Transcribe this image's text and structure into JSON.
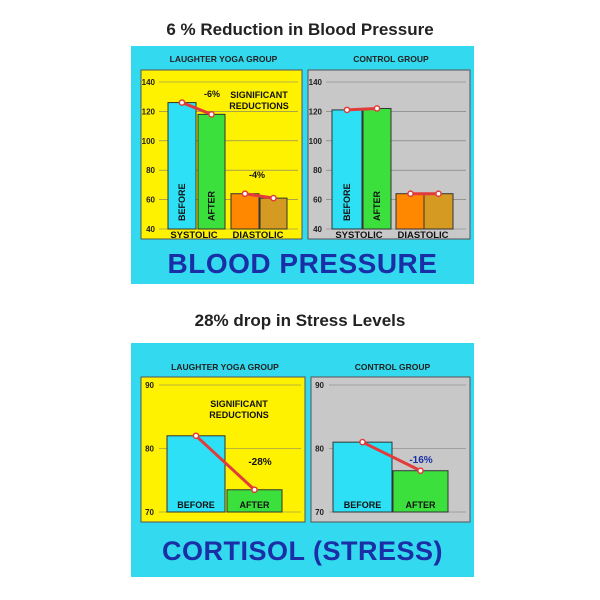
{
  "titles": {
    "top": "6 % Reduction in Blood Pressure",
    "bottom": "28% drop in Stress Levels"
  },
  "colors": {
    "panel_bg": "#33d9ee",
    "yoga_bg": "#fff200",
    "control_bg": "#c8c8c8",
    "cyan_bar": "#2ee0f5",
    "green_bar": "#3ce03c",
    "orange_bar": "#ff8800",
    "tan_bar": "#d49a22",
    "line": "#e23b3b",
    "title_blue": "#1a2ea6"
  },
  "chart_data": [
    {
      "type": "bar",
      "title": "",
      "footer": "BLOOD PRESSURE",
      "ylim": [
        40,
        140
      ],
      "yticks": [
        "140",
        "120",
        "100",
        "80",
        "60",
        "40"
      ],
      "groups": [
        {
          "name": "LAUGHTER YOGA GROUP",
          "categories": [
            "SYSTOLIC",
            "DIASTOLIC"
          ],
          "bar_labels": [
            "BEFORE",
            "AFTER"
          ],
          "values": [
            126,
            118,
            64,
            61
          ],
          "annotations": [
            "-6%",
            "-4%"
          ],
          "note_lines": [
            "SIGNIFICANT",
            "REDUCTIONS"
          ]
        },
        {
          "name": "CONTROL GROUP",
          "categories": [
            "SYSTOLIC",
            "DIASTOLIC"
          ],
          "bar_labels": [
            "BEFORE",
            "AFTER"
          ],
          "values": [
            121,
            122,
            64,
            64
          ],
          "annotations": [],
          "note_lines": []
        }
      ]
    },
    {
      "type": "bar",
      "title": "",
      "footer": "CORTISOL (STRESS)",
      "ylim": [
        70,
        90
      ],
      "yticks": [
        "90",
        "80",
        "70"
      ],
      "groups": [
        {
          "name": "LAUGHTER YOGA GROUP",
          "categories": [],
          "bar_labels": [
            "BEFORE",
            "AFTER"
          ],
          "values": [
            82,
            73.5
          ],
          "annotations": [
            "-28%"
          ],
          "note_lines": [
            "SIGNIFICANT",
            "REDUCTIONS"
          ]
        },
        {
          "name": "CONTROL GROUP",
          "categories": [],
          "bar_labels": [
            "BEFORE",
            "AFTER"
          ],
          "values": [
            81,
            76.5
          ],
          "annotations": [
            "-16%"
          ],
          "note_lines": []
        }
      ]
    }
  ]
}
